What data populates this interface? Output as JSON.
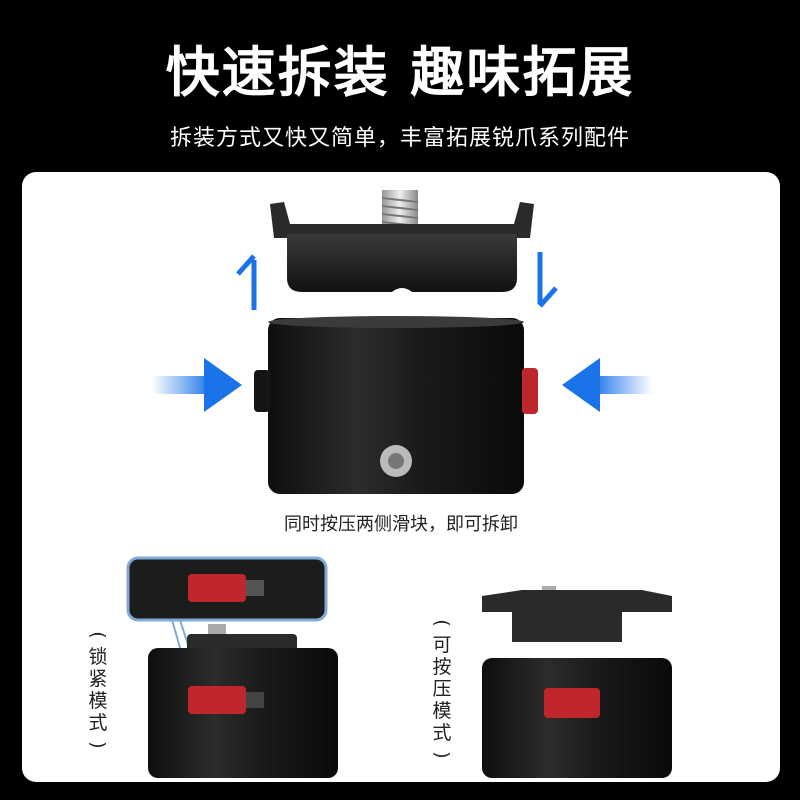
{
  "header": {
    "title": "快速拆装  趣味拓展",
    "subtitle": "拆装方式又快又简单，丰富拓展锐爪系列配件"
  },
  "main": {
    "caption": "同时按压两侧滑块，即可拆卸",
    "left_label": "(锁紧模式)",
    "right_label": "(可按压模式)"
  },
  "colors": {
    "arrow_blue": "#1a73e8",
    "slider_red": "#c0272d",
    "body_black": "#1b1b1b"
  }
}
